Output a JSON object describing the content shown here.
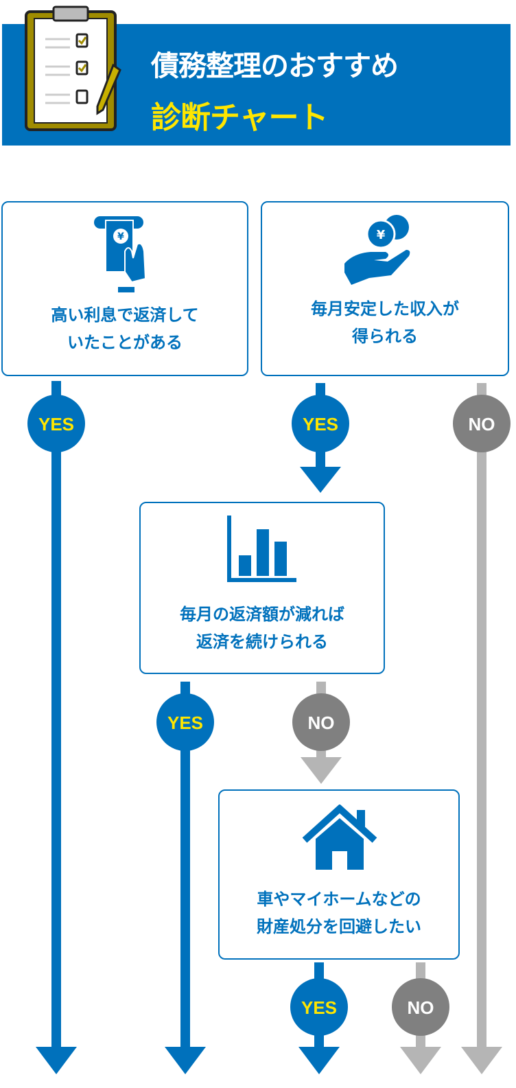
{
  "header": {
    "title_line1": "債務整理のおすすめ",
    "title_line2": "診断チャート"
  },
  "questions": [
    {
      "icon": "atm-payment-icon",
      "line1": "高い利息で返済して",
      "line2": "いたことがある"
    },
    {
      "icon": "hand-coin-icon",
      "line1": "毎月安定した収入が",
      "line2": "得られる"
    },
    {
      "icon": "bar-chart-icon",
      "line1": "毎月の返済額が減れば",
      "line2": "返済を続けられる"
    },
    {
      "icon": "house-icon",
      "line1": "車やマイホームなどの",
      "line2": "財産処分を回避したい"
    }
  ],
  "labels": {
    "yes": "YES",
    "no": "NO"
  },
  "colors": {
    "blue": "#0071bc",
    "yellow": "#ffe600",
    "gray_line": "#b5b5b5",
    "gray_circle": "#808080"
  }
}
